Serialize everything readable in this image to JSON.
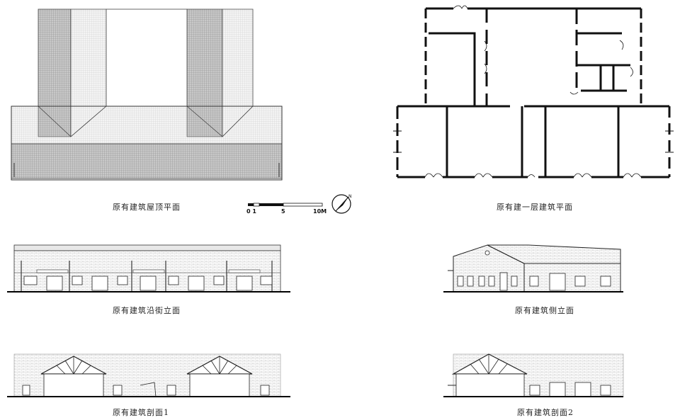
{
  "captions": {
    "roof_plan": "原有建筑屋顶平面",
    "ground_floor_plan": "原有建一层建筑平面",
    "street_elevation": "原有建筑沿街立面",
    "side_elevation": "原有建筑侧立面",
    "section_1": "原有建筑剖面1",
    "section_2": "原有建筑剖面2"
  },
  "scale_bar": {
    "labels": [
      "0 1",
      "5",
      "10M"
    ]
  },
  "north_arrow": {
    "label": "N",
    "icon": "north-arrow-icon"
  },
  "colors": {
    "line": "#222222",
    "hatch_dark": "#9a9a9a",
    "hatch_light": "#d9d9d9",
    "ground": "#000000"
  }
}
